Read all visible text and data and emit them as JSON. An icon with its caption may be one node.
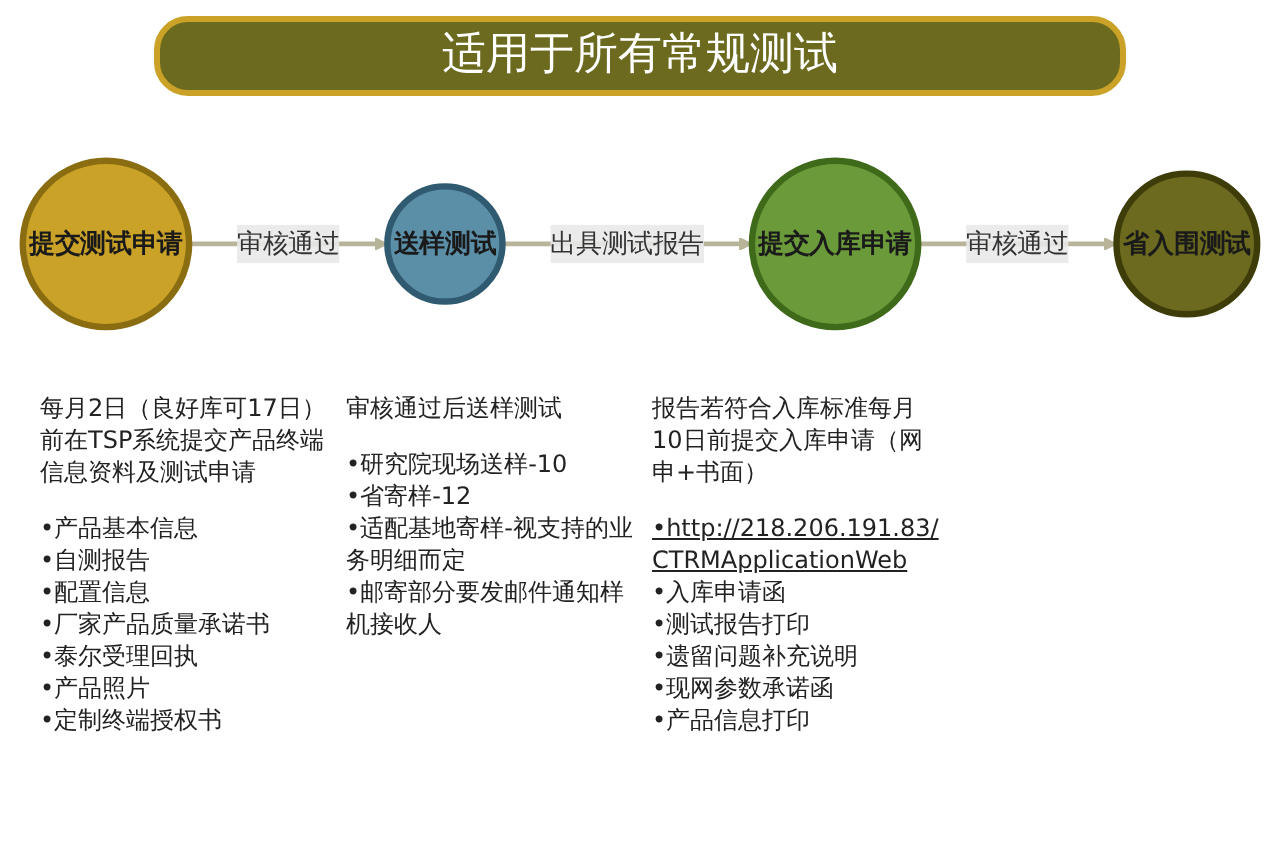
{
  "diagram": {
    "title": "适用于所有常规测试",
    "nodes": [
      {
        "text": [
          "提交测试申请"
        ],
        "beside": [
          "每月2日（良好库可17日）前在TSP系统提交产品终端信息资料及测试申请",
          "•产品基本信息",
          "•自测报告",
          "•配置信息",
          "•厂家产品质量承诺书",
          "•泰尔受理回执",
          "•产品照片",
          "•定制终端授权书"
        ]
      },
      {
        "text": [
          "送样测试"
        ],
        "beside": [
          "审核通过后送样测试",
          "•研究院现场送样-10",
          "•省寄样-12",
          "•适配基地寄样-视支持的业务明细而定",
          "•邮寄部分要发邮件通知样机接收人"
        ]
      },
      {
        "text": [
          "提交入库申请"
        ],
        "beside": [
          "报告若符合入库标准每月10日前提交入库申请（网申+书面）",
          "•http://218.206.191.83/CTRMApplicationWeb",
          "•入库申请函",
          "•测试报告打印",
          "•遗留问题补充说明",
          "•现网参数承诺函",
          "•产品信息打印"
        ]
      },
      {
        "text": [
          "省入围测试"
        ]
      }
    ],
    "edges": [
      {
        "from": 0,
        "to": 1,
        "arrow": "to",
        "label": "审核通过"
      },
      {
        "from": 1,
        "to": 2,
        "arrow": "to",
        "label": "出具测试报告"
      },
      {
        "from": 2,
        "to": 3,
        "arrow": "to",
        "label": "审核通过"
      }
    ]
  }
}
